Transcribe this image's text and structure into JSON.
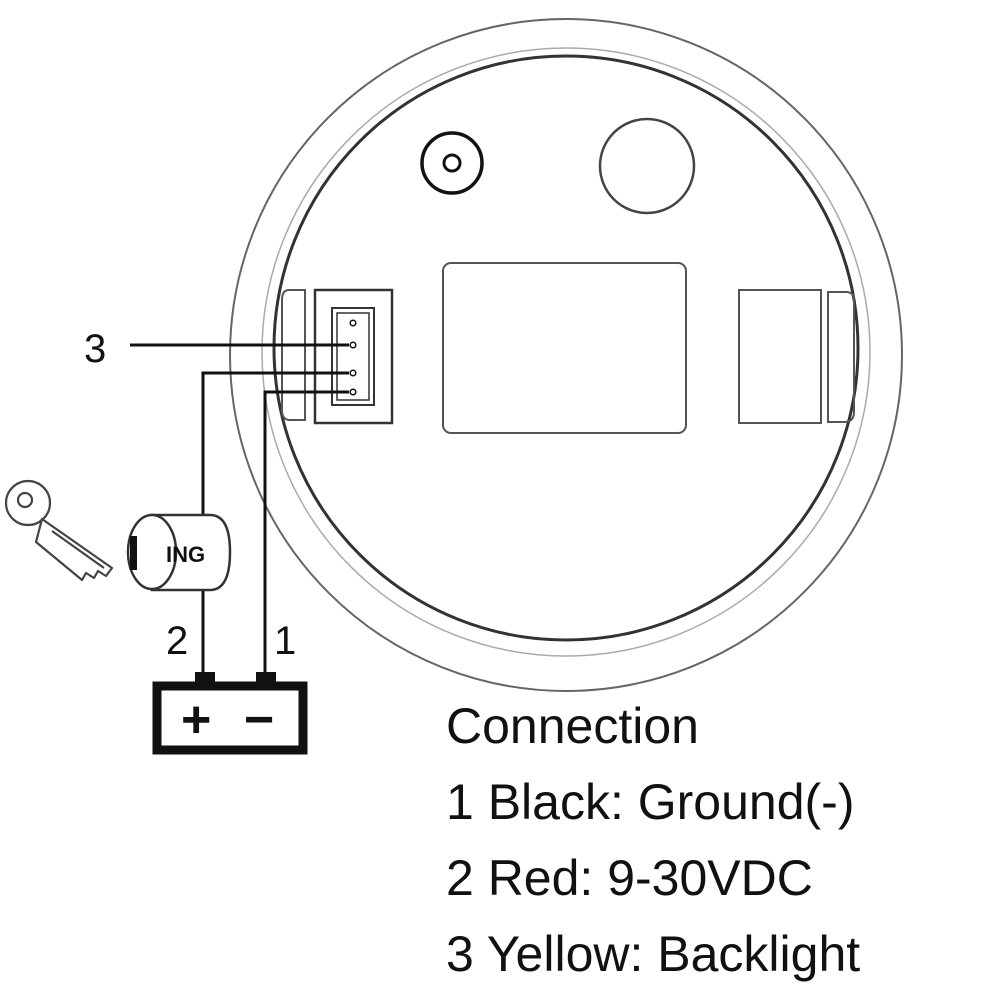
{
  "gauge": {
    "connector_label": "3",
    "ignition_label": "ING",
    "wire_labels": {
      "red": "2",
      "black": "1"
    },
    "battery": {
      "positive": "+",
      "negative": "−"
    }
  },
  "legend": {
    "title": "Connection",
    "items": [
      "1 Black: Ground(-)",
      "2 Red: 9-30VDC",
      "3 Yellow: Backlight"
    ]
  },
  "icons": [
    "key-icon",
    "ignition-switch-icon",
    "battery-icon",
    "connector-icon",
    "mounting-hole-icon"
  ],
  "colors": {
    "line": "#111111",
    "outline": "#555555",
    "background": "#ffffff"
  }
}
